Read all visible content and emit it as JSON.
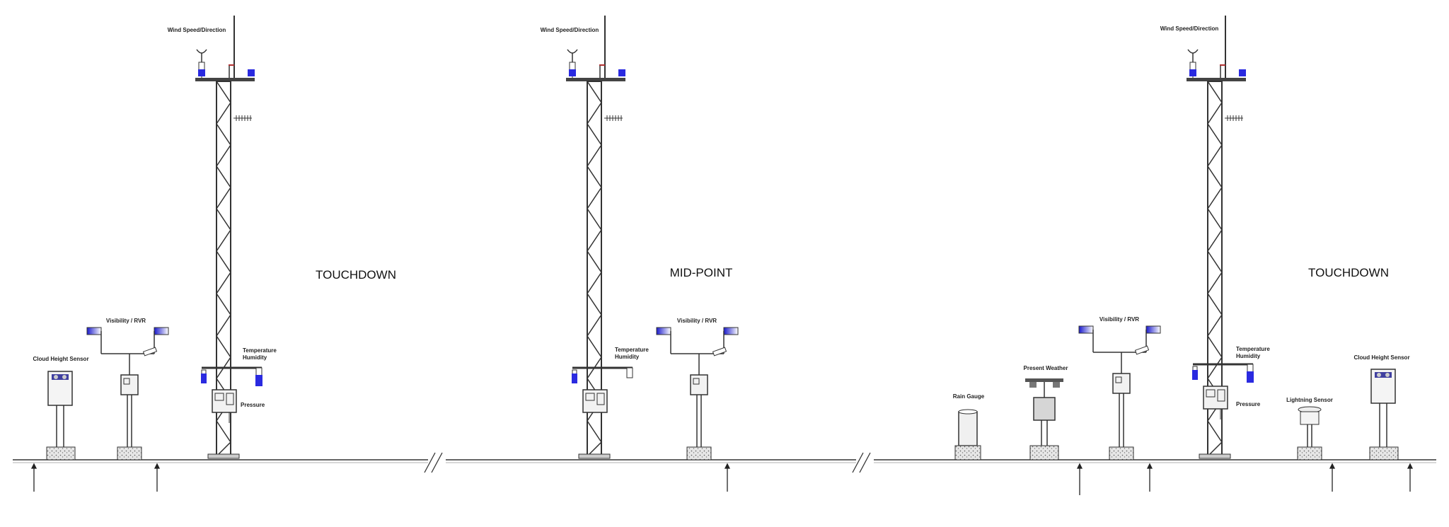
{
  "zones": {
    "left": "TOUCHDOWN",
    "middle": "MID-POINT",
    "right": "TOUCHDOWN"
  },
  "labels": {
    "wind": "Wind Speed/Direction",
    "visibility": "Visibility / RVR",
    "cloud": "Cloud Height Sensor",
    "temperature": "Temperature",
    "humidity": "Humidity",
    "pressure": "Pressure",
    "rain": "Rain Gauge",
    "present_weather": "Present Weather",
    "lightning": "Lightning Sensor"
  },
  "colors": {
    "line": "#333333",
    "sensor_blue": "#2a2ae0",
    "mast_red": "#b03030",
    "footing": "#d8d8d8"
  }
}
